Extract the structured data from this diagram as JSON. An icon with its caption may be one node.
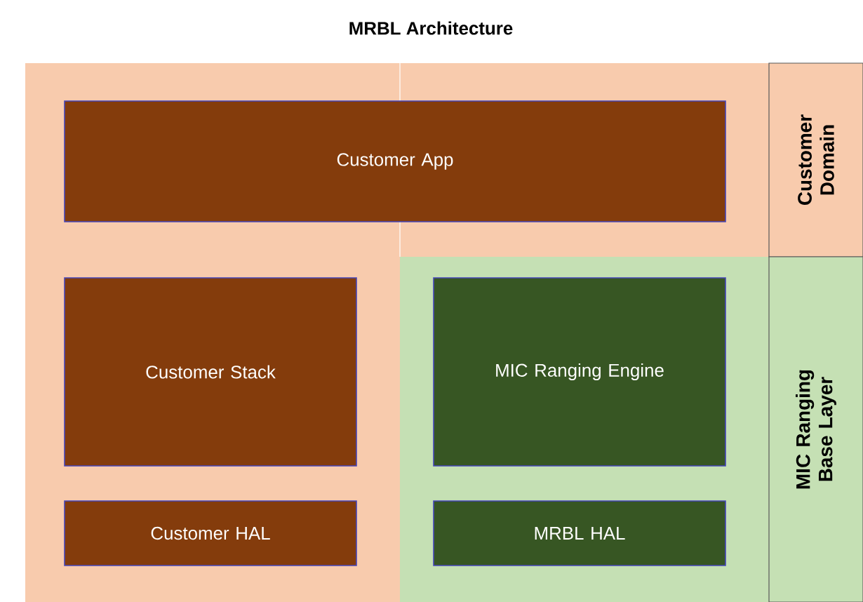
{
  "diagram": {
    "title": "MRBL Architecture",
    "nodes": [
      {
        "text": [
          "Customer Domain"
        ]
      },
      {
        "text": [
          "MIC Ranging Base Layer"
        ]
      },
      {
        "text": [
          "Customer App"
        ]
      },
      {
        "text": [
          "Customer Stack"
        ]
      },
      {
        "text": [
          "Customer HAL"
        ]
      },
      {
        "text": [
          "MIC Ranging Engine"
        ]
      },
      {
        "text": [
          "MRBL HAL"
        ]
      }
    ],
    "edges": []
  }
}
